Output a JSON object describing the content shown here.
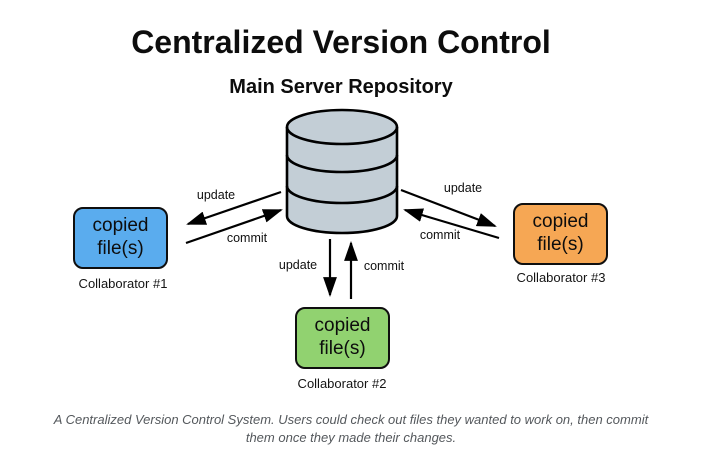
{
  "title": "Centralized Version Control",
  "subtitle": "Main Server Repository",
  "collaborators": [
    {
      "box_label": "copied file(s)",
      "name": "Collaborator #1",
      "box_color": "#5aacee",
      "position": "left"
    },
    {
      "box_label": "copied file(s)",
      "name": "Collaborator #2",
      "box_color": "#91d270",
      "position": "bottom"
    },
    {
      "box_label": "copied file(s)",
      "name": "Collaborator #3",
      "box_color": "#f6a754",
      "position": "right"
    }
  ],
  "connections": [
    {
      "collaborator": "Collaborator #1",
      "update_label": "update",
      "commit_label": "commit"
    },
    {
      "collaborator": "Collaborator #2",
      "update_label": "update",
      "commit_label": "commit"
    },
    {
      "collaborator": "Collaborator #3",
      "update_label": "update",
      "commit_label": "commit"
    }
  ],
  "caption": "A Centralized Version Control System. Users could check out files they wanted to work on, then commit them once they made their changes.",
  "colors": {
    "cylinder_fill": "#c3ced6",
    "outline": "#000000",
    "caption_text": "#54585c",
    "collaborator_blue": "#5aacee",
    "collaborator_green": "#91d270",
    "collaborator_orange": "#f6a754"
  }
}
